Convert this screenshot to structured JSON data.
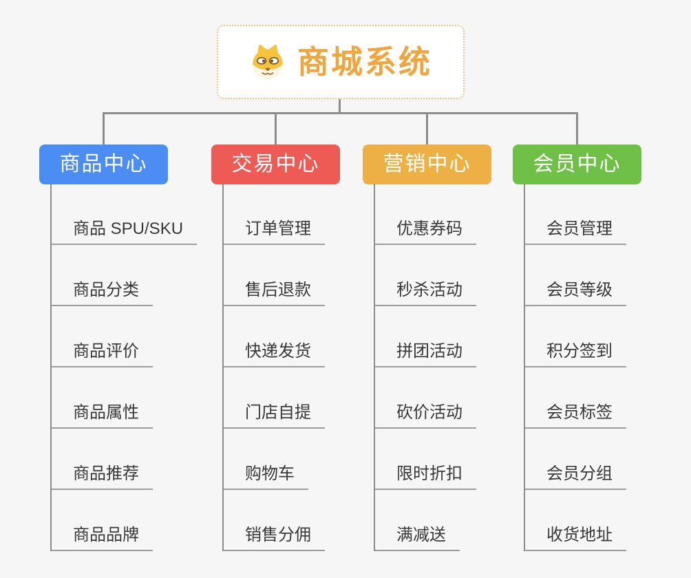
{
  "root": {
    "title": "商城系统",
    "icon": "dog-face-icon"
  },
  "branches": [
    {
      "label": "商品中心",
      "color": "#4b8df2",
      "children": [
        "商品 SPU/SKU",
        "商品分类",
        "商品评价",
        "商品属性",
        "商品推荐",
        "商品品牌"
      ]
    },
    {
      "label": "交易中心",
      "color": "#ee5b55",
      "children": [
        "订单管理",
        "售后退款",
        "快递发货",
        "门店自提",
        "购物车",
        "销售分佣"
      ]
    },
    {
      "label": "营销中心",
      "color": "#edb044",
      "children": [
        "优惠券码",
        "秒杀活动",
        "拼团活动",
        "砍价活动",
        "限时折扣",
        "满减送"
      ]
    },
    {
      "label": "会员中心",
      "color": "#6fc046",
      "children": [
        "会员管理",
        "会员等级",
        "积分签到",
        "会员标签",
        "会员分组",
        "收货地址"
      ]
    }
  ],
  "colors": {
    "background": "#f6f6f6",
    "root_border": "#f2c179",
    "root_title": "#f0a63e",
    "connector": "#8c8c8c",
    "leaf_underline": "#9c9c9c",
    "leaf_text": "#383838"
  }
}
